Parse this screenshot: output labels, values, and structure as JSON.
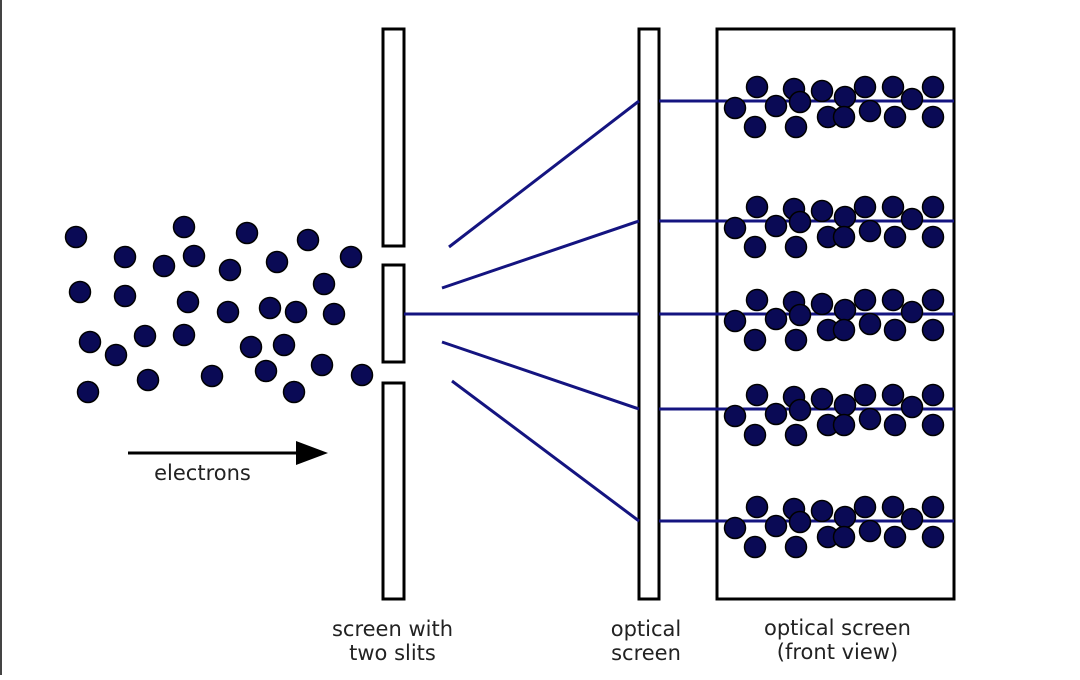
{
  "colors": {
    "dot_fill": "#0a0a55",
    "dot_stroke": "#000000",
    "line": "#141480",
    "frame": "#000000"
  },
  "labels": {
    "electrons": "electrons",
    "slits_line1": "screen with",
    "slits_line2": "two slits",
    "optical_line1": "optical",
    "optical_line2": "screen",
    "front_line1": "optical screen",
    "front_line2": "(front view)"
  }
}
